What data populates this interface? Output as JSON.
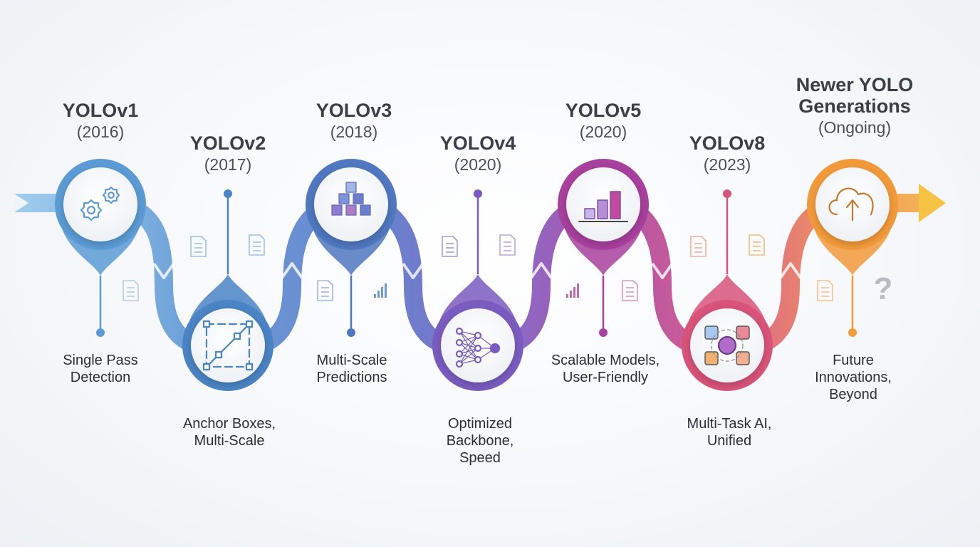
{
  "milestones": [
    {
      "name": "YOLOv1",
      "year": "(2016)",
      "desc": [
        "Single Pass",
        "Detection"
      ],
      "color": "#5b9bd5",
      "icon": "gears-icon"
    },
    {
      "name": "YOLOv2",
      "year": "(2017)",
      "desc": [
        "Anchor Boxes,",
        "Multi-Scale"
      ],
      "color": "#4a84c4",
      "icon": "bounding-box-icon"
    },
    {
      "name": "YOLOv3",
      "year": "(2018)",
      "desc": [
        "Multi-Scale",
        "Predictions"
      ],
      "color": "#4f78c0",
      "icon": "pyramid-blocks-icon"
    },
    {
      "name": "YOLOv4",
      "year": "(2020)",
      "desc": [
        "Optimized",
        "Backbone,",
        "Speed"
      ],
      "color": "#7a5cc0",
      "icon": "neural-network-icon"
    },
    {
      "name": "YOLOv5",
      "year": "(2020)",
      "desc": [
        "Scalable Models,",
        "User-Friendly"
      ],
      "color": "#a8409e",
      "icon": "bar-chart-3d-icon"
    },
    {
      "name": "YOLOv8",
      "year": "(2023)",
      "desc": [
        "Multi-Task AI,",
        "Unified"
      ],
      "color": "#d8537a",
      "icon": "multi-task-brain-icon"
    },
    {
      "name_lines": [
        "Newer YOLO",
        "Generations"
      ],
      "year": "(Ongoing)",
      "desc": [
        "Future",
        "Innovations,",
        "Beyond"
      ],
      "color": "#f29a3a",
      "icon": "cloud-upload-icon"
    }
  ],
  "question_mark": "?"
}
